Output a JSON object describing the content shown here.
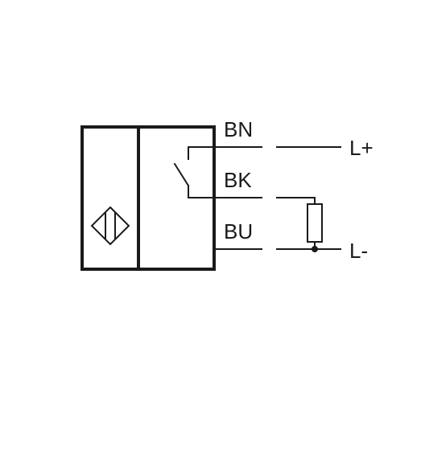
{
  "wires": {
    "brown": "BN",
    "black": "BK",
    "blue": "BU"
  },
  "terminals": {
    "positive": "L+",
    "negative": "L-"
  },
  "colors": {
    "line": "#1a1a1a",
    "background": "#ffffff"
  },
  "icons": {
    "sensor_symbol": "inductive-sensor-icon",
    "switch": "normally-open-switch-icon",
    "load": "resistor-load-icon"
  }
}
